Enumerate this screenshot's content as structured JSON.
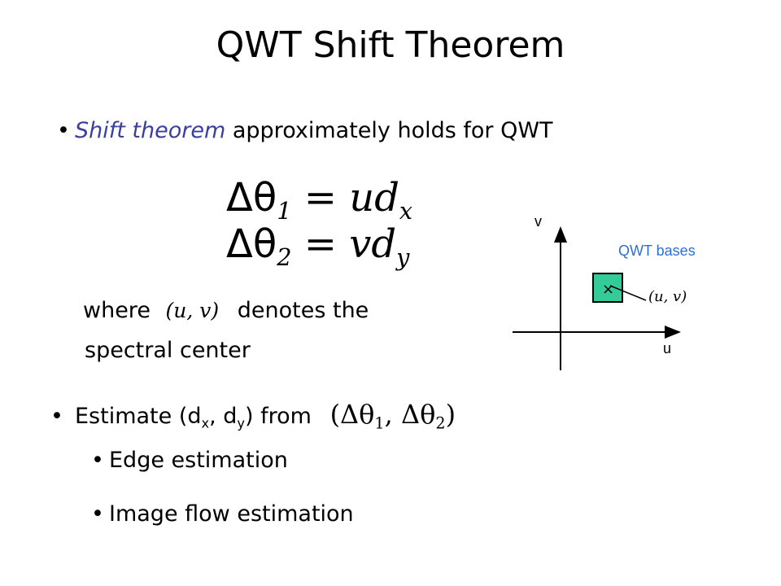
{
  "title": "QWT Shift Theorem",
  "bullet1": {
    "italic_part": "Shift theorem",
    "rest": " approximately holds for QWT"
  },
  "equations": {
    "eq1_lhs": "Δθ",
    "eq1_sub": "1",
    "eq1_rhs": "= ud",
    "eq1_rhs_sub": "x",
    "eq2_lhs": "Δθ",
    "eq2_sub": "2",
    "eq2_rhs": "= vd",
    "eq2_rhs_sub": "y"
  },
  "where_text": {
    "where": "where",
    "uv": "(u, v)",
    "denotes": "denotes the",
    "spectral": "spectral center"
  },
  "diagram": {
    "v_label": "v",
    "u_label": "u",
    "bases_label": "QWT bases",
    "point_label": "(u, v)",
    "box_color": "#33cc99",
    "bases_color": "#2e6fd6"
  },
  "bullet2": {
    "prefix": "Estimate (d",
    "sub_x": "x",
    "comma": ", d",
    "sub_y": "y",
    "suffix": ") from",
    "math_open": "(Δθ",
    "math_sub1": "1",
    "math_mid": ", Δθ",
    "math_sub2": "2",
    "math_close": ")"
  },
  "sub_bullets": [
    {
      "label": "Edge estimation"
    },
    {
      "label": "Image flow estimation"
    }
  ]
}
